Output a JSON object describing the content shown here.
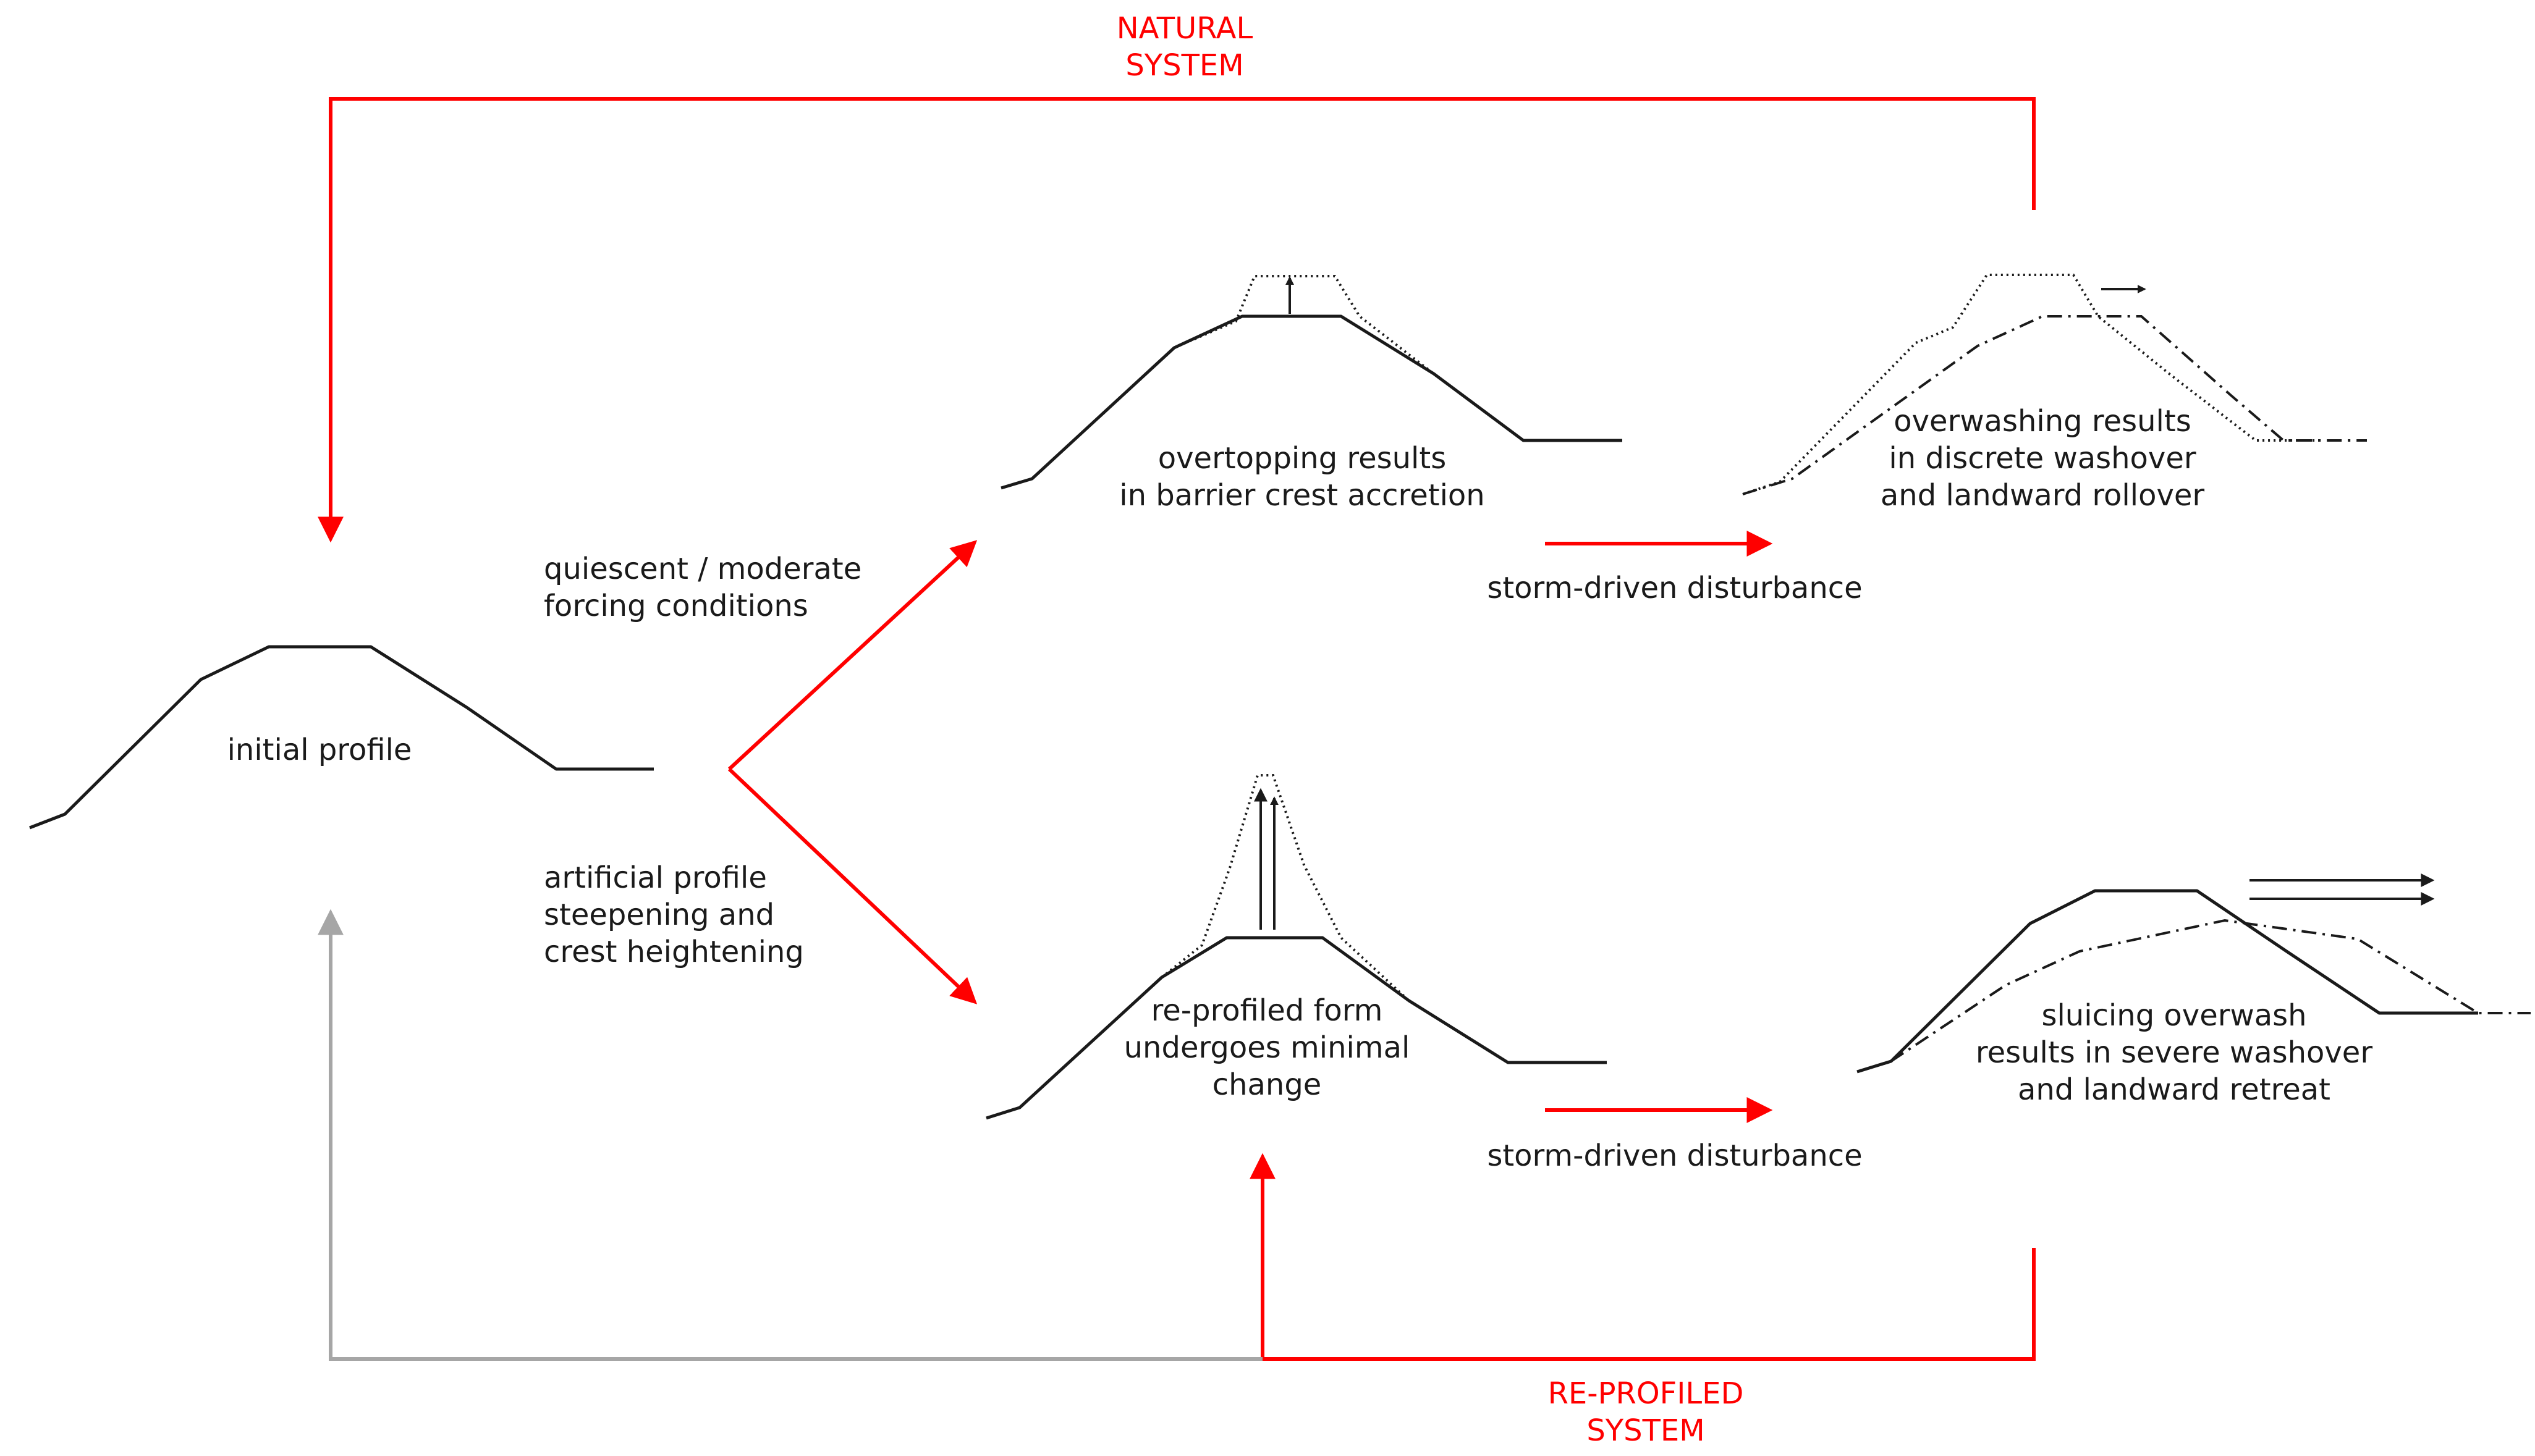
{
  "labels": {
    "natural_system": [
      "NATURAL",
      "SYSTEM"
    ],
    "reprofiled_system": [
      "RE-PROFILED",
      "SYSTEM"
    ],
    "initial_profile": [
      "initial profile"
    ],
    "quiescent": [
      "quiescent / moderate",
      "forcing conditions"
    ],
    "artificial": [
      "artificial profile",
      "steepening and",
      "crest heightening"
    ],
    "overtopping": [
      "overtopping results",
      "in barrier crest accretion"
    ],
    "overwashing": [
      "overwashing results",
      "in discrete washover",
      "and landward rollover"
    ],
    "reprofiled_form": [
      "re-profiled form",
      "undergoes minimal",
      "change"
    ],
    "sluicing": [
      "sluicing overwash",
      "results in severe washover",
      "and landward retreat"
    ],
    "storm_top": [
      "storm-driven disturbance"
    ],
    "storm_bottom": [
      "storm-driven disturbance"
    ]
  },
  "colors": {
    "flow_red": "#ff0000",
    "flow_grey": "#a6a6a6",
    "ink": "#1a1a1a"
  }
}
